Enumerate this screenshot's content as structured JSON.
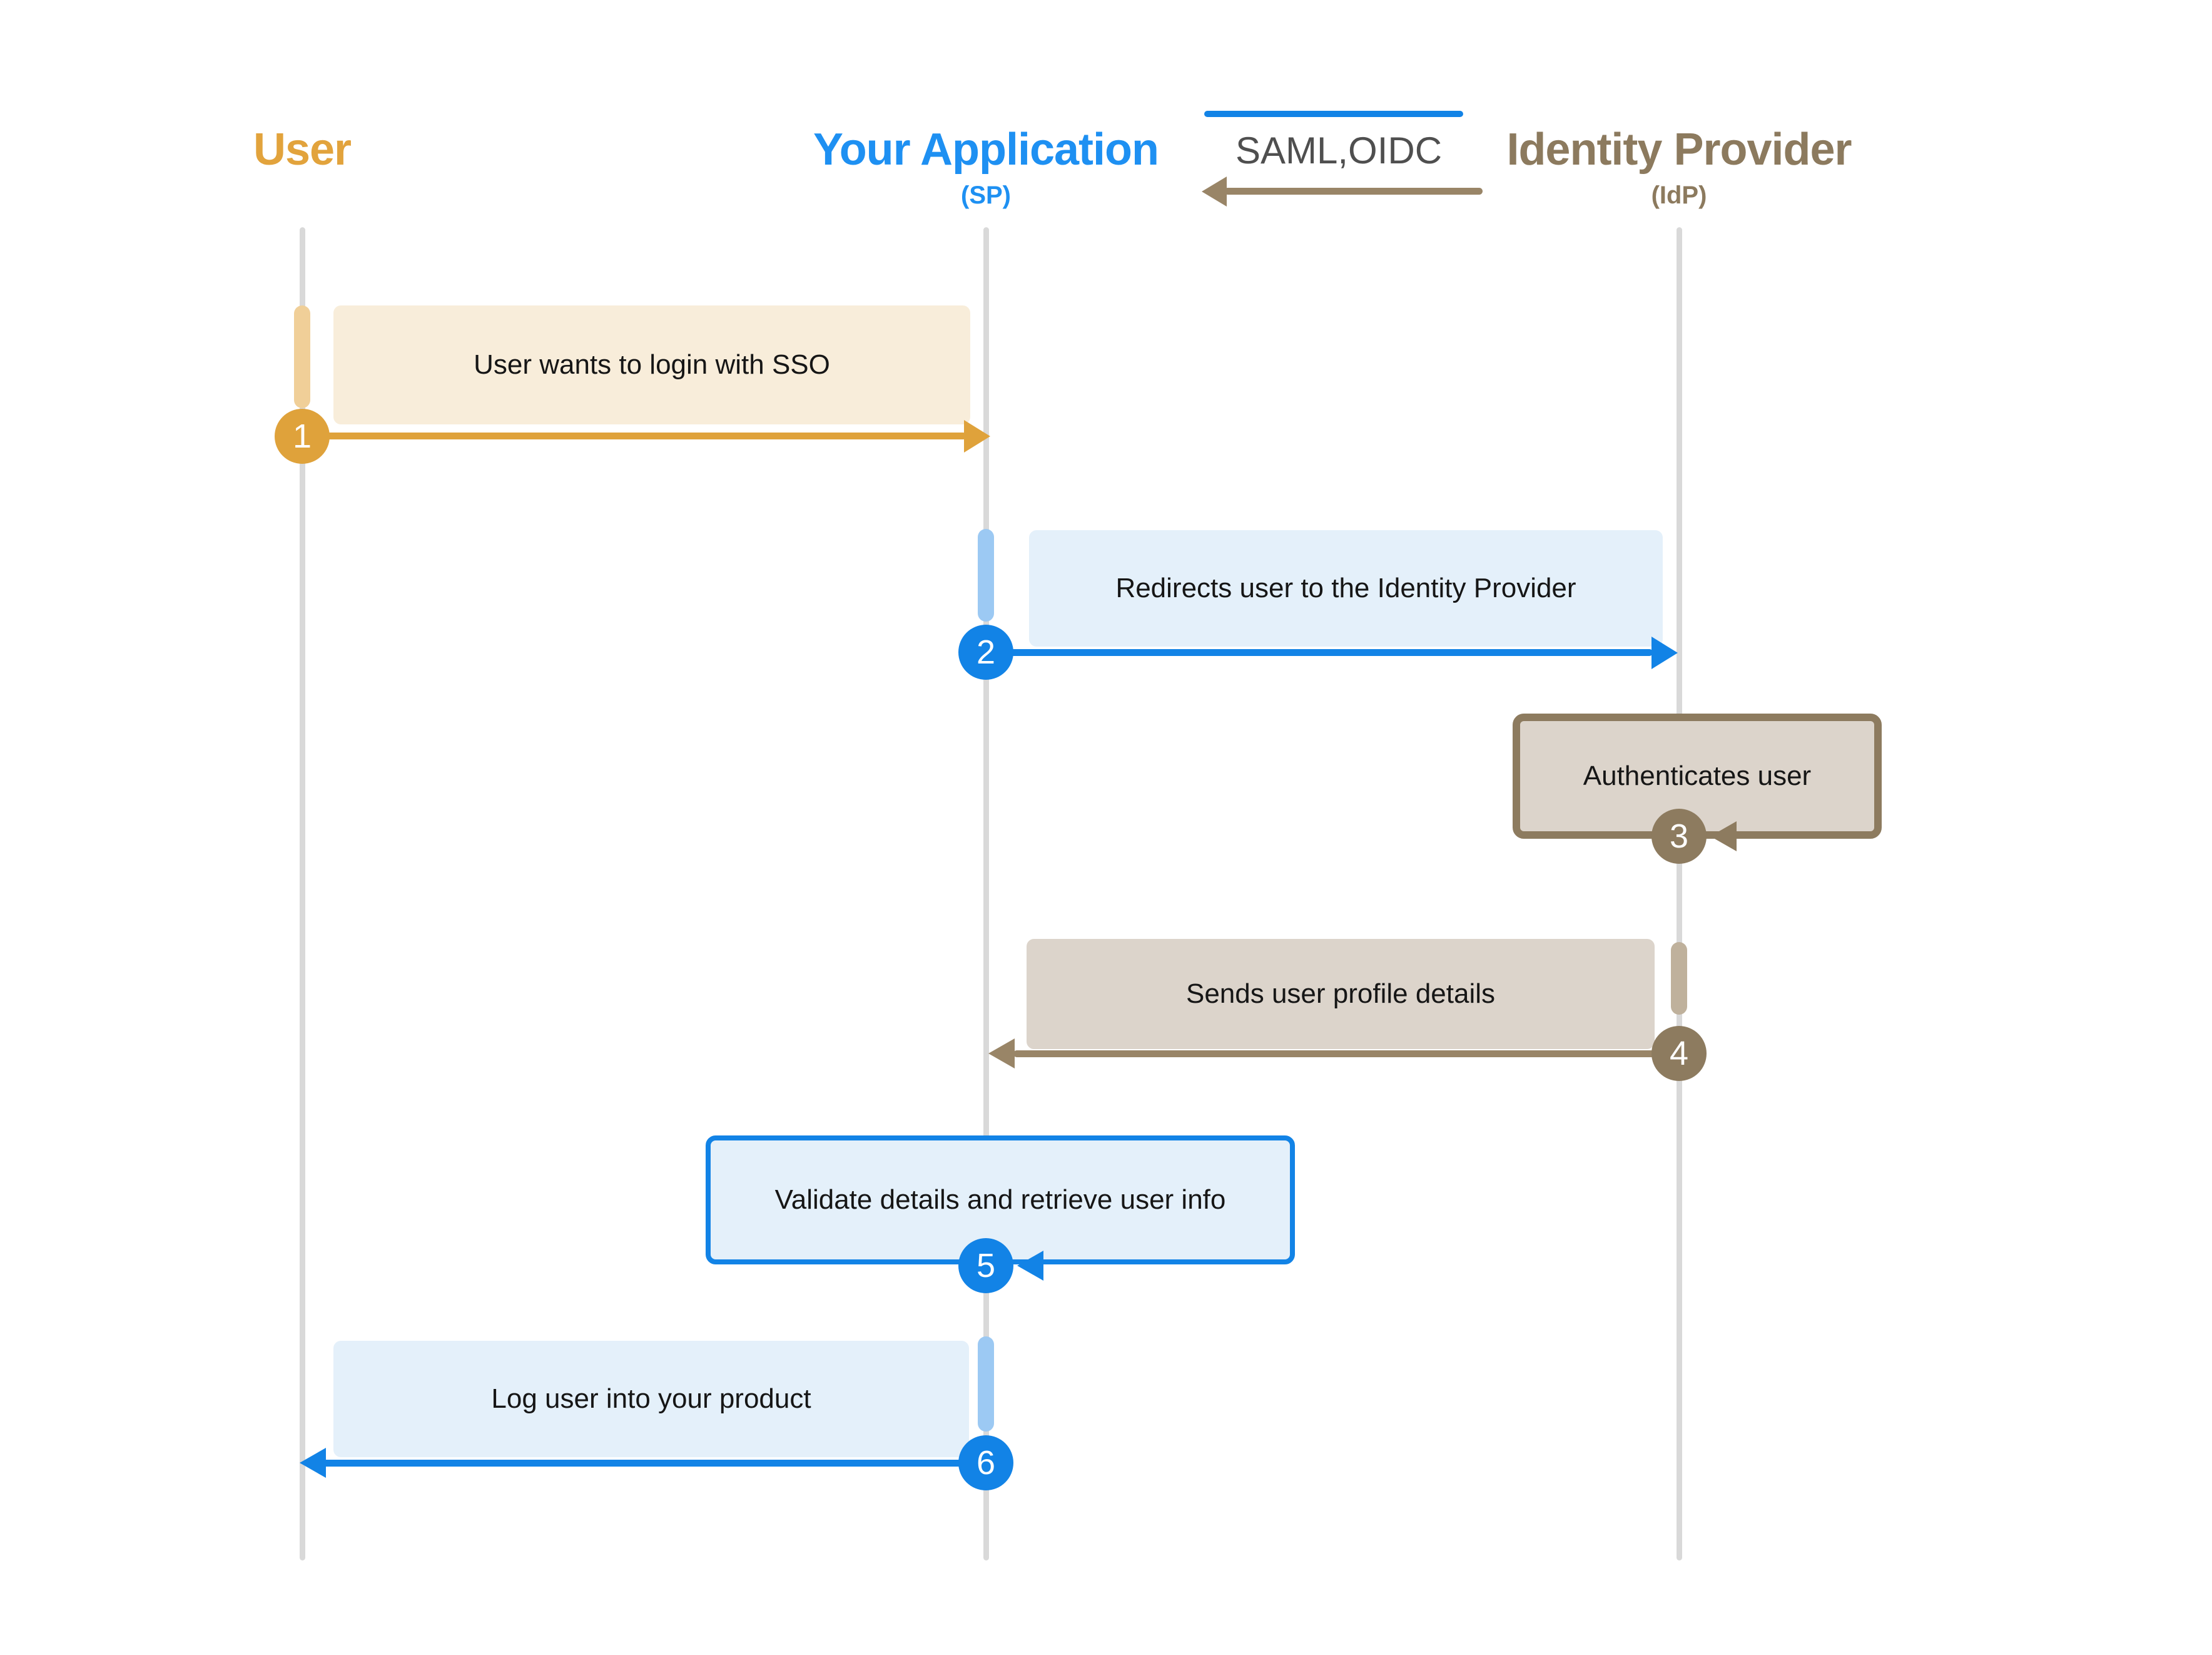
{
  "diagram": {
    "type": "sequence",
    "subject": "SSO login flow"
  },
  "actors": [
    {
      "id": "user",
      "title": "User",
      "subtitle": "",
      "color": "#E2A33C"
    },
    {
      "id": "app",
      "title": "Your Application",
      "subtitle": "(SP)",
      "color": "#1E90F2"
    },
    {
      "id": "idp",
      "title": "Identity Provider",
      "subtitle": "(IdP)",
      "color": "#8C7A5E"
    }
  ],
  "protocol": {
    "label": "SAML,OIDC",
    "forward_arrow_color": "#1283E6",
    "back_arrow_color": "#998567"
  },
  "steps": [
    {
      "num": "1",
      "label": "User wants to login with SSO",
      "from": "User",
      "to": "Your Application",
      "color": "#DFA23B"
    },
    {
      "num": "2",
      "label": "Redirects user to the Identity Provider",
      "from": "Your Application",
      "to": "Identity Provider",
      "color": "#1283E6"
    },
    {
      "num": "3",
      "label": "Authenticates user",
      "from": "Identity Provider",
      "to": "Identity Provider",
      "color": "#8D7B5F"
    },
    {
      "num": "4",
      "label": "Sends user profile details",
      "from": "Identity Provider",
      "to": "Your Application",
      "color": "#998567"
    },
    {
      "num": "5",
      "label": "Validate details and retrieve user info",
      "from": "Your Application",
      "to": "Your Application",
      "color": "#1283E6"
    },
    {
      "num": "6",
      "label": "Log user into your product",
      "from": "Your Application",
      "to": "User",
      "color": "#1283E6"
    }
  ],
  "colors": {
    "gold": "#DFA23B",
    "gold_activation": "#F0CF98",
    "gold_box": "#F8EDDA",
    "blue": "#1283E6",
    "blue_activation": "#9CC9F3",
    "blue_box": "#E4F0FA",
    "brown": "#8D7B5F",
    "brown_activation": "#BFB19C",
    "brown_box": "#DCD4CB",
    "lifeline": "#D9D9D9",
    "protocol_text": "#4F4F4F",
    "message_text": "#161616",
    "background": "#FFFFFF"
  }
}
